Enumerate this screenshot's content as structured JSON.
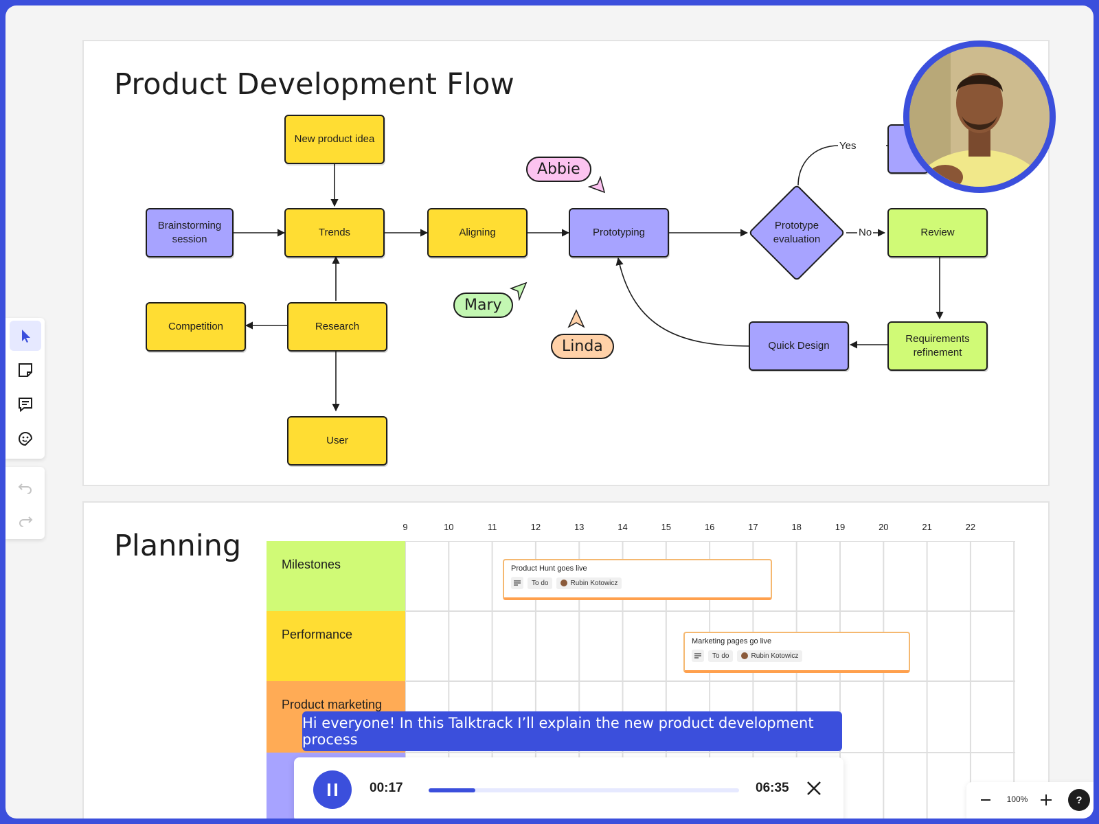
{
  "flow": {
    "title": "Product Development Flow",
    "nodes": {
      "new_product_idea": "New product idea",
      "brainstorming": "Brainstorming session",
      "trends": "Trends",
      "aligning": "Aligning",
      "prototyping": "Prototyping",
      "prototype_evaluation": "Prototype evaluation",
      "review": "Review",
      "competition": "Competition",
      "research": "Research",
      "user": "User",
      "quick_design": "Quick Design",
      "requirements_refinement": "Requirements refinement"
    },
    "edge_labels": {
      "yes": "Yes",
      "no": "No"
    },
    "colors": {
      "yellow": "#ffdd33",
      "purple": "#a7a3ff",
      "green": "#d0fa76"
    }
  },
  "collaborators": [
    {
      "name": "Abbie",
      "color": "#fcc3f0"
    },
    {
      "name": "Mary",
      "color": "#c3f7b2"
    },
    {
      "name": "Linda",
      "color": "#ffd1a8"
    }
  ],
  "planning": {
    "title": "Planning",
    "columns": [
      "9",
      "10",
      "11",
      "12",
      "13",
      "14",
      "15",
      "16",
      "17",
      "18",
      "19",
      "20",
      "21",
      "22"
    ],
    "rows": [
      {
        "label": "Milestones",
        "color": "#d0fa76"
      },
      {
        "label": "Performance",
        "color": "#ffdd33"
      },
      {
        "label": "Product marketing",
        "color": "#ffab55"
      },
      {
        "label": "",
        "color": "#a7a3ff"
      }
    ],
    "cards": [
      {
        "title": "Product Hunt goes live",
        "status": "To do",
        "assignee": "Rubin Kotowicz"
      },
      {
        "title": "Marketing pages go live",
        "status": "To do",
        "assignee": "Rubin Kotowicz"
      }
    ]
  },
  "talktrack": {
    "caption": "Hi everyone! In this Talktrack I’ll explain the new product development process",
    "current_time": "00:17",
    "total_time": "06:35",
    "progress": 0.15
  },
  "zoom": {
    "level": "100%",
    "help": "?"
  },
  "icons": {
    "toolbar": [
      "select-cursor-icon",
      "sticky-note-icon",
      "comment-icon",
      "sticker-icon",
      "undo-icon",
      "redo-icon"
    ],
    "accent": "#3b4fdc"
  }
}
